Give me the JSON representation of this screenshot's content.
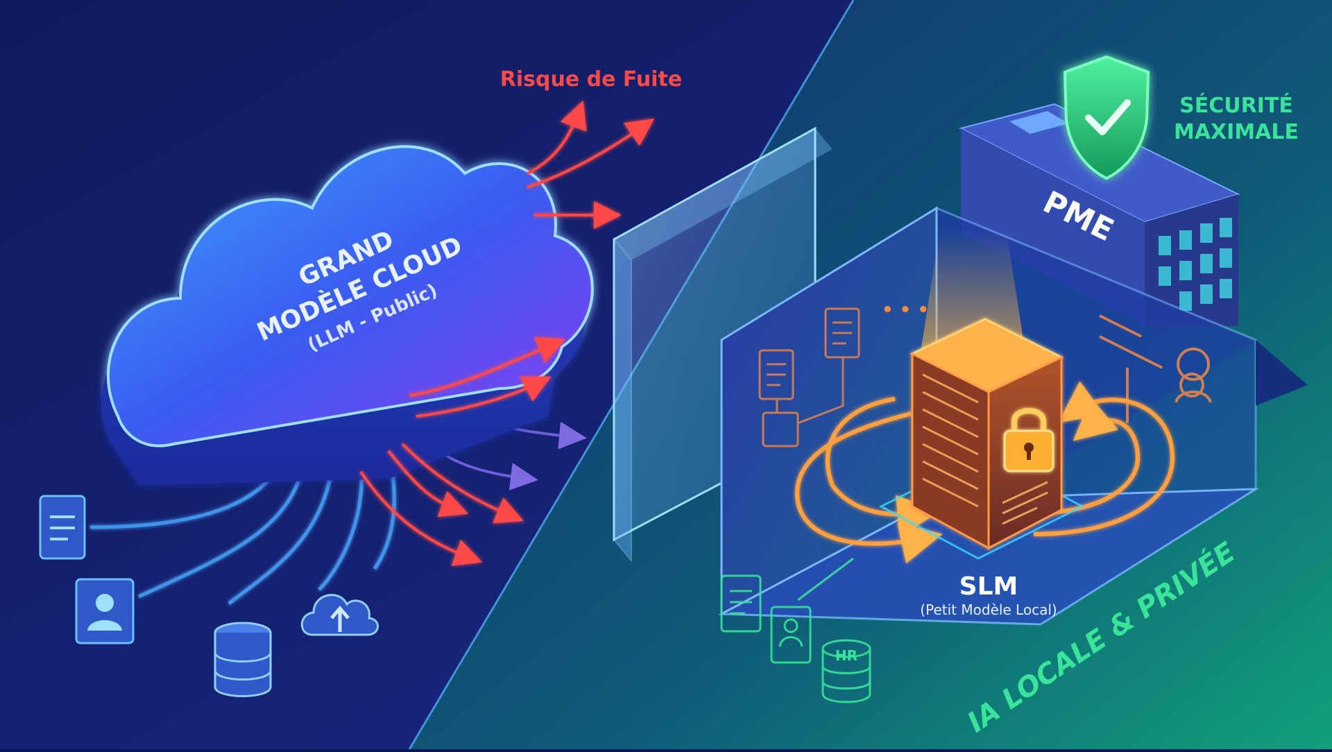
{
  "cloud": {
    "line1": "GRAND",
    "line2": "MODÈLE CLOUD",
    "line3": "(LLM - Public)"
  },
  "leak_label": "Risque de Fuite",
  "company": {
    "building_label": "PME",
    "security_line1": "SÉCURITÉ",
    "security_line2": "MAXIMALE",
    "slm_title": "SLM",
    "slm_subtitle": "(Petit Modèle Local)",
    "hr_label": "HR",
    "banner": "IA LOCALE & PRIVÉE",
    "dots": "• • •"
  },
  "colors": {
    "bg_left": "#0e1a6e",
    "bg_right": "#0f6a78",
    "leak_red": "#ff4a4a",
    "cloud_blue": "#3c6cff",
    "cloud_purple": "#9a4cff",
    "glow_orange": "#ff9a2a",
    "secure_green": "#39e39a"
  },
  "icons": [
    "document-icon",
    "user-card-icon",
    "database-icon",
    "cloud-upload-icon",
    "shield-check-icon",
    "padlock-icon",
    "server-icon",
    "network-icon"
  ]
}
